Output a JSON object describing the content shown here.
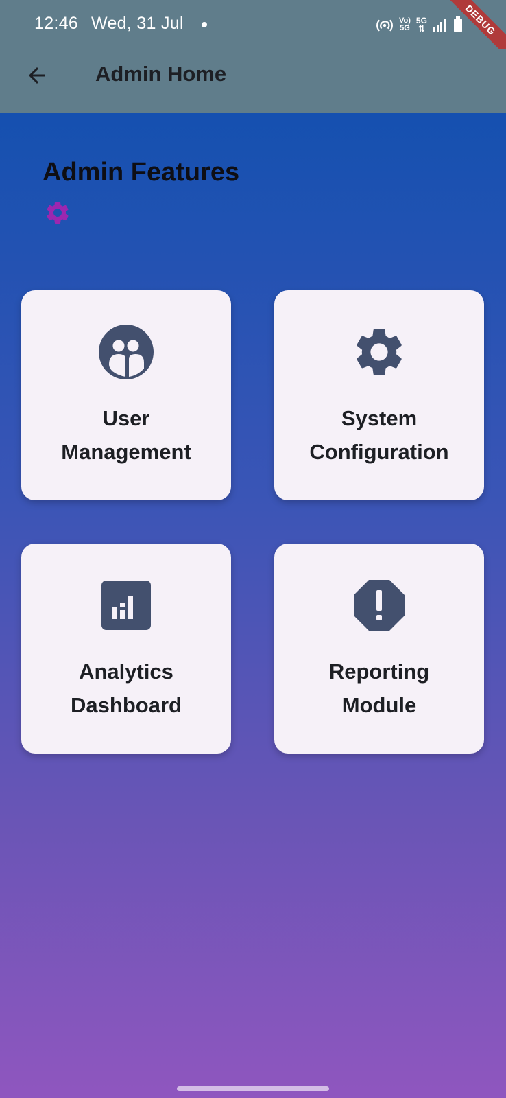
{
  "status_bar": {
    "time": "12:46",
    "date": "Wed, 31 Jul",
    "vo_label_top": "Vo)",
    "vo_label_bottom": "5G",
    "network_label": "5G",
    "icons": [
      "hotspot-icon",
      "volte-icon",
      "5g-data-icon",
      "signal-icon",
      "battery-icon"
    ]
  },
  "debug_banner": "DEBUG",
  "app_bar": {
    "title": "Admin Home",
    "back_icon": "arrow-back-icon"
  },
  "section": {
    "title": "Admin Features",
    "icon": "gear-icon",
    "icon_color": "#9c27b0"
  },
  "cards": [
    {
      "line1": "User",
      "line2": "Management",
      "icon": "people-circle-icon"
    },
    {
      "line1": "System",
      "line2": "Configuration",
      "icon": "gear-icon"
    },
    {
      "line1": "Analytics",
      "line2": "Dashboard",
      "icon": "analytics-icon"
    },
    {
      "line1": "Reporting",
      "line2": "Module",
      "icon": "report-octagon-icon"
    }
  ],
  "colors": {
    "app_bar": "#607d8b",
    "card_background": "#f6f1f8",
    "card_icon": "#43506e",
    "gradient_top": "#0a4fae",
    "gradient_bottom": "#8f56bf"
  }
}
